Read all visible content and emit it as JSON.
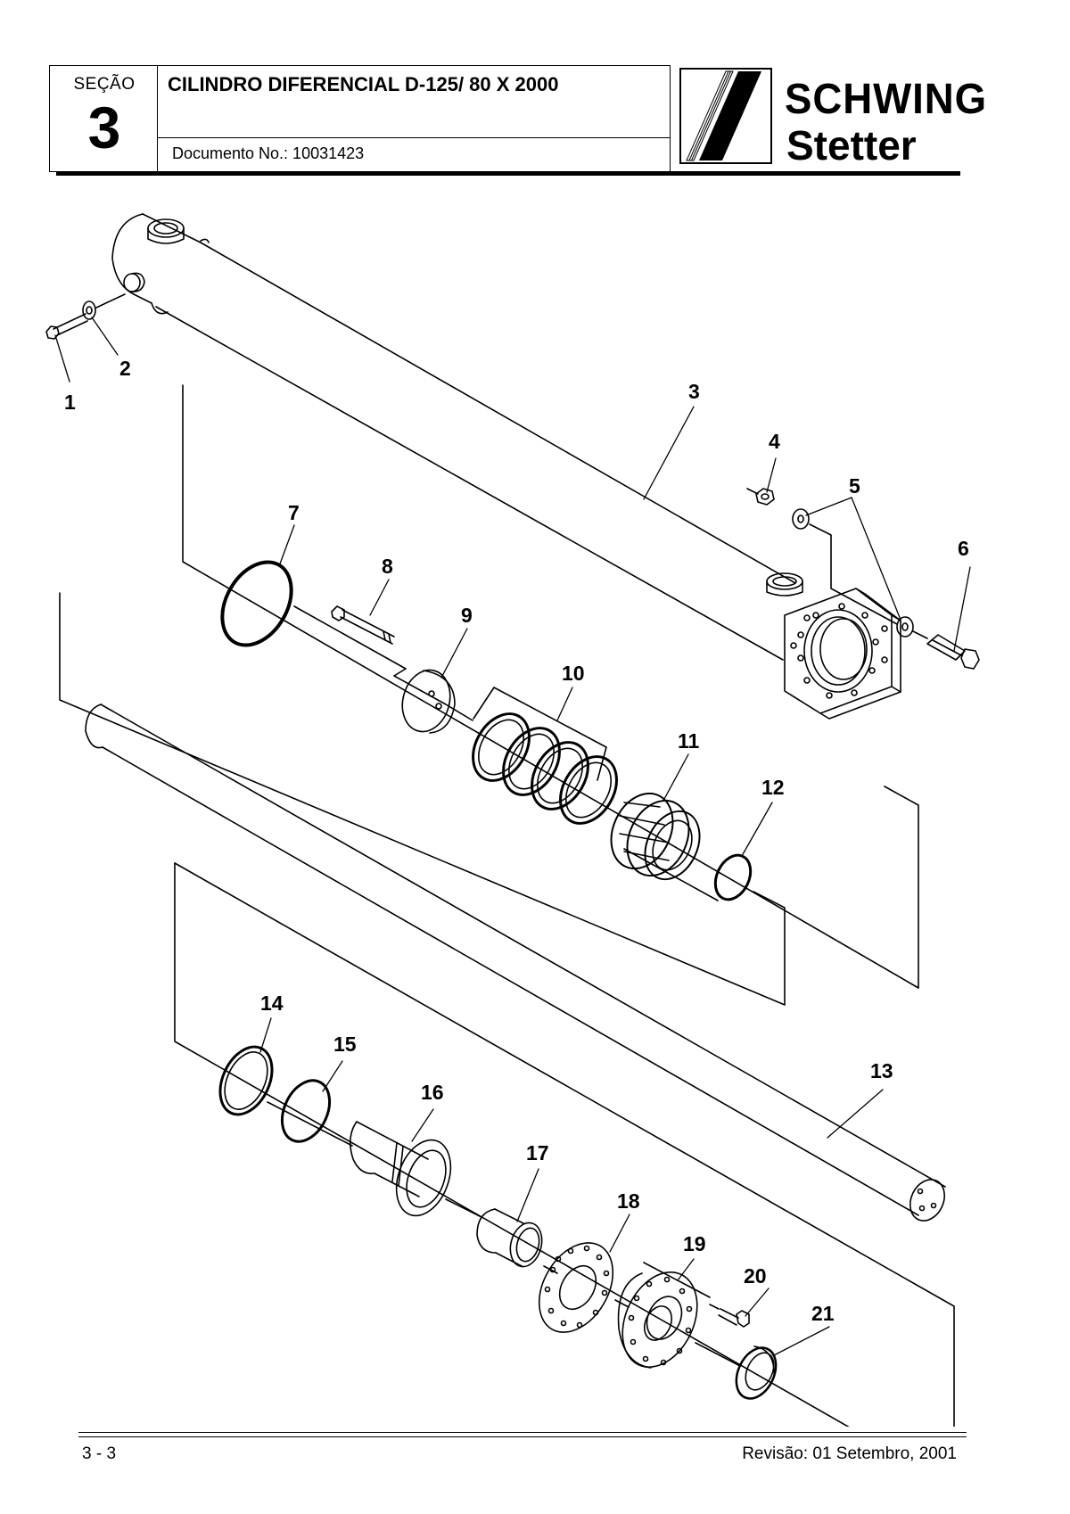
{
  "header": {
    "section_label": "SEÇÃO",
    "section_number": "3",
    "title": "CILINDRO DIFERENCIAL D-125/ 80 X 2000",
    "document_no": "Documento No.: 10031423"
  },
  "logo": {
    "line1": "SCHWING",
    "line2": "Stetter"
  },
  "callouts": [
    "1",
    "2",
    "3",
    "4",
    "5",
    "6",
    "7",
    "8",
    "9",
    "10",
    "11",
    "12",
    "13",
    "14",
    "15",
    "16",
    "17",
    "18",
    "19",
    "20",
    "21"
  ],
  "footer": {
    "page": "3 - 3",
    "revision": "Revisão: 01 Setembro, 2001"
  }
}
